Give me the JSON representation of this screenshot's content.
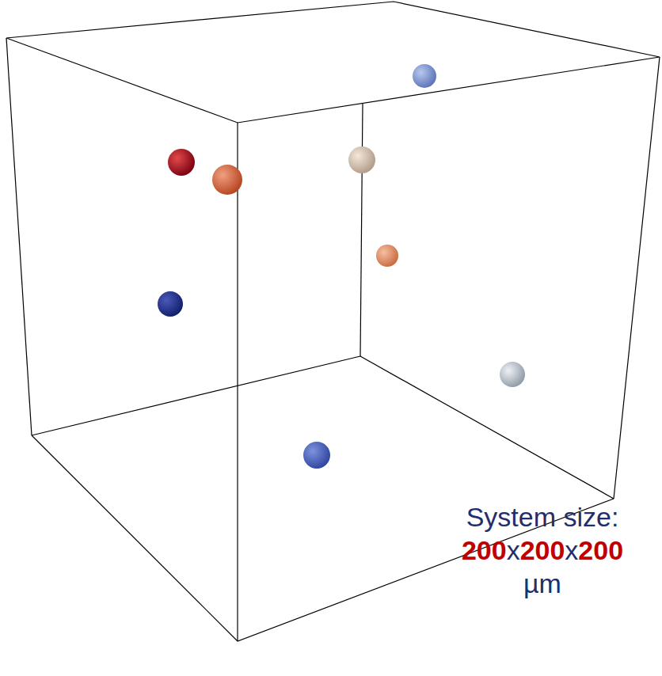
{
  "diagram": {
    "labels": [
      "System size:",
      "200",
      "x",
      "200",
      "x",
      "200",
      "µm"
    ]
  }
}
